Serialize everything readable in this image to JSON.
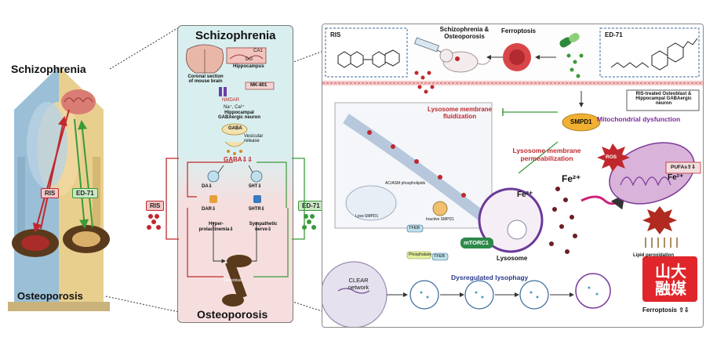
{
  "left": {
    "schizophrenia": "Schizophrenia",
    "osteoporosis": "Osteoporosis",
    "ris": "RIS",
    "ed71": "ED-71"
  },
  "middle": {
    "title": "Schizophrenia",
    "bottom_title": "Osteoporosis",
    "coronal": "Coronal section of mouse brain",
    "hippocampus": "Hippocampus",
    "ca1": "CA1",
    "dg": "DG",
    "mk801": "MK-801",
    "nmdar": "NMDAR",
    "ions": "Na⁺, Ca²⁺",
    "gaba_neuron": "Hippocampal GABAergic neuron",
    "gaba": "GABA",
    "vesicle": "Vesicular release",
    "gaba_down": "GABA⇩⇩",
    "da": "DA⇩",
    "ht": "5HT⇩",
    "dar": "DAR⇩",
    "htr": "5HTR⇩",
    "hyperprolactinemia": "Hyper-prolactinemia⇩",
    "sympathetic": "Sympathetic nerve⇩",
    "osteoblast": "Osteoblast",
    "ris": "RIS",
    "ed71": "ED-71"
  },
  "right": {
    "ris_title": "RIS",
    "ed71_title": "ED-71",
    "schizo_osteo": "Schizophrenia & Osteoporosis",
    "ferroptosis": "Ferroptosis",
    "lyso_fluid": "Lysosome membrane fluidization",
    "lyso_perm": "Lysosome membrane permeabilization",
    "smpd1": "SMPD1",
    "mito_dys": "Mitochondrial dysfunction",
    "treated": "RIS-treated Osteoblast & Hippocampal GABAergic neuron",
    "ros": "ROS",
    "pufas": "PUFAs⇧⇩",
    "lipid": "Lipid peroxidation",
    "fe1": "Fe²⁺",
    "fe2": "Fe²⁺",
    "fe3": "Fe²⁺",
    "lysosome": "Lysosome",
    "mtorc1": "mTORC1",
    "tfeb1": "TFEB",
    "tfeb2": "TFEB",
    "phos": "Phosphatase",
    "clear": "CLEAR network",
    "dysreg": "Dysregulated lysophagy",
    "ferroptosis_bottom": "Ferroptosis ⇧⇩",
    "logo": "山大融媒",
    "lyso_smpd1": "Lyso-SMPD1",
    "inactive": "Inactive SMPD1",
    "ac_asm": "AC/ASM phospholipids"
  },
  "colors": {
    "ris_red": "#c0282d",
    "ed71_green": "#3a9a3a",
    "panel_teal": "#d9efef",
    "panel_pink": "#f6dede",
    "logo_red": "#e0262a"
  }
}
